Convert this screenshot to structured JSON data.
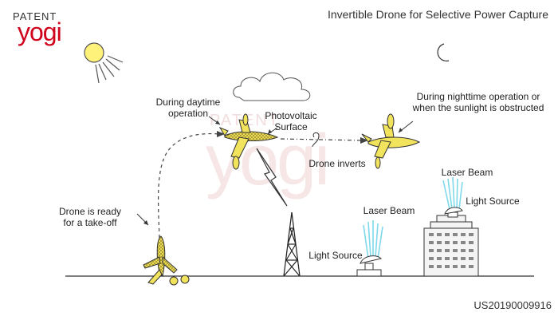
{
  "logo": {
    "top": "PATENT",
    "main": "yogi"
  },
  "watermark": {
    "top": "PATENT",
    "main": "yogi"
  },
  "title": "Invertible Drone for Selective Power Capture",
  "labels": {
    "ready": [
      "Drone is ready",
      "for a take-off"
    ],
    "daytime": [
      "During daytime",
      "operation"
    ],
    "photovoltaic": [
      "Photovoltaic",
      "Surface"
    ],
    "inverts": "Drone inverts",
    "night": [
      "During nighttime operation or",
      "when the sunlight is obstructed"
    ],
    "laser_beam_1": "Laser Beam",
    "light_source_1": "Light Source",
    "laser_beam_2": "Laser Beam",
    "light_source_2": "Light Source"
  },
  "patent_number": "US20190009916",
  "colors": {
    "drone": "#f2e35c",
    "drone_outline": "#333333",
    "sun": "#fff27a",
    "beam": "#7fd9ea",
    "brand_red": "#d0021b"
  }
}
